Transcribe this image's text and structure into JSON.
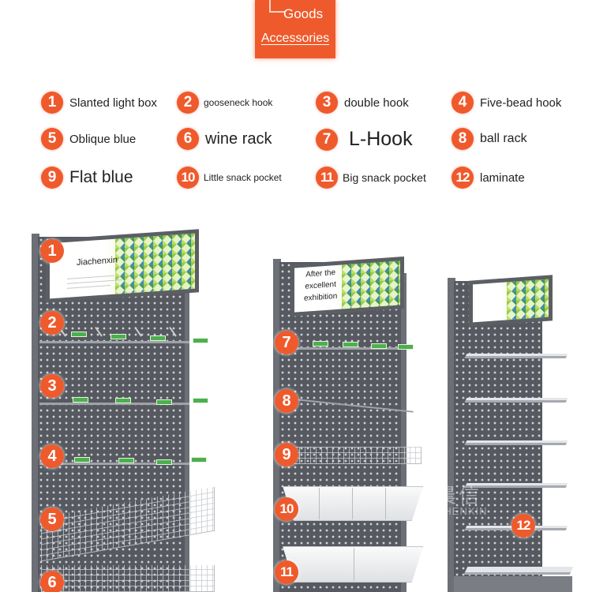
{
  "header": {
    "line1": "Goods",
    "line2": "Accessories",
    "accent_color": "#ef5a2c"
  },
  "legend": [
    {
      "num": "1",
      "label": "Slanted light box"
    },
    {
      "num": "2",
      "label": "gooseneck hook"
    },
    {
      "num": "3",
      "label": "double hook"
    },
    {
      "num": "4",
      "label": "Five-bead hook"
    },
    {
      "num": "5",
      "label": "Oblique blue"
    },
    {
      "num": "6",
      "label": "wine rack"
    },
    {
      "num": "7",
      "label": "L-Hook"
    },
    {
      "num": "8",
      "label": "ball rack"
    },
    {
      "num": "9",
      "label": "Flat blue"
    },
    {
      "num": "10",
      "label": "Little snack pocket"
    },
    {
      "num": "11",
      "label": "Big snack pocket"
    },
    {
      "num": "12",
      "label": "laminate"
    }
  ],
  "shelf_left": {
    "sign_text": "Jiachenxin",
    "callouts": [
      "1",
      "2",
      "3",
      "4",
      "5",
      "6"
    ]
  },
  "shelf_middle": {
    "sign_text_line1": "After the",
    "sign_text_line2": "excellent",
    "sign_text_line3": "exhibition",
    "callouts": [
      "7",
      "8",
      "9",
      "10",
      "11"
    ]
  },
  "shelf_right": {
    "callouts": [
      "12"
    ]
  },
  "watermark": {
    "text": "晨信",
    "sub": "CHENXIN"
  }
}
